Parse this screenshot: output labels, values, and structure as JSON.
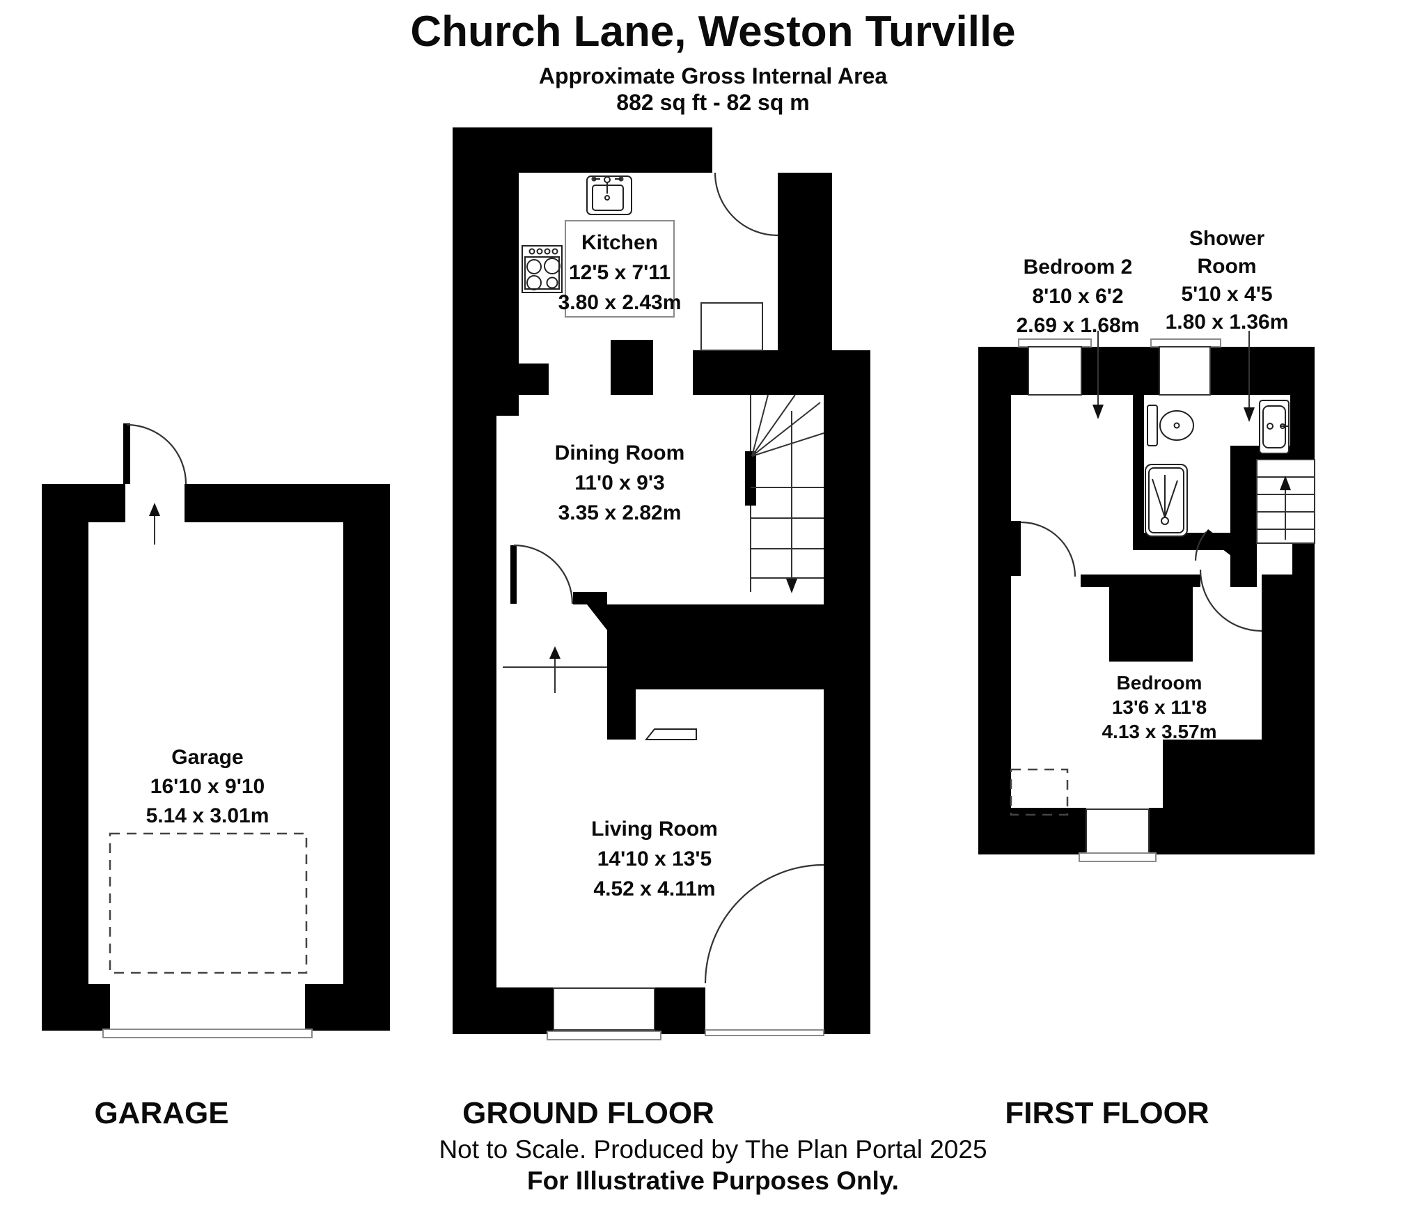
{
  "header": {
    "title": "Church Lane, Weston Turville",
    "subtitle": "Approximate Gross Internal Area",
    "area": "882 sq ft - 82 sq m"
  },
  "garage": {
    "floor_label": "GARAGE",
    "room": {
      "name": "Garage",
      "imperial": "16'10 x 9'10",
      "metric": "5.14 x 3.01m"
    }
  },
  "ground_floor": {
    "floor_label": "GROUND FLOOR",
    "kitchen": {
      "name": "Kitchen",
      "imperial": "12'5 x 7'11",
      "metric": "3.80 x 2.43m"
    },
    "dining_room": {
      "name": "Dining Room",
      "imperial": "11'0 x 9'3",
      "metric": "3.35 x 2.82m"
    },
    "living_room": {
      "name": "Living Room",
      "imperial": "14'10 x 13'5",
      "metric": "4.52 x 4.11m"
    }
  },
  "first_floor": {
    "floor_label": "FIRST FLOOR",
    "bedroom2": {
      "name": "Bedroom 2",
      "imperial": "8'10 x 6'2",
      "metric": "2.69 x 1.68m"
    },
    "shower_room": {
      "name_lines": [
        "Shower",
        "Room"
      ],
      "imperial": "5'10 x 4'5",
      "metric": "1.80 x 1.36m"
    },
    "bedroom": {
      "name": "Bedroom",
      "imperial": "13'6 x 11'8",
      "metric": "4.13 x 3.57m"
    }
  },
  "footer": {
    "line1": "Not to Scale. Produced by The Plan Portal 2025",
    "line2": "For Illustrative Purposes Only."
  },
  "colors": {
    "wall": "#000000",
    "background": "#ffffff"
  }
}
